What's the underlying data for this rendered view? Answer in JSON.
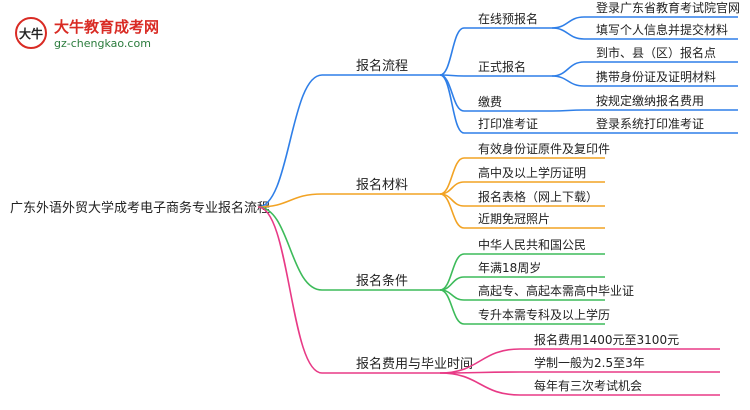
{
  "logo": {
    "title": "大牛教育成考网",
    "url": "gz-chengkao.com",
    "glyph": "大牛"
  },
  "root": {
    "label": "广东外语外贸大学成考电子商务专业报名流程"
  },
  "colors": {
    "blue": "#2f7fe8",
    "orange": "#f2a324",
    "green": "#3dbb5a",
    "pink": "#e83a86"
  },
  "branches": [
    {
      "label": "报名流程",
      "color": "blue",
      "children": [
        {
          "label": "在线预报名",
          "children": [
            "登录广东省教育考试院官网",
            "填写个人信息并提交材料"
          ]
        },
        {
          "label": "正式报名",
          "children": [
            "到市、县（区）报名点",
            "携带身份证及证明材料"
          ]
        },
        {
          "label": "缴费",
          "children": [
            "按规定缴纳报名费用"
          ]
        },
        {
          "label": "打印准考证",
          "children": [
            "登录系统打印准考证"
          ]
        }
      ]
    },
    {
      "label": "报名材料",
      "color": "orange",
      "children": [
        {
          "label": "有效身份证原件及复印件"
        },
        {
          "label": "高中及以上学历证明"
        },
        {
          "label": "报名表格（网上下载）"
        },
        {
          "label": "近期免冠照片"
        }
      ]
    },
    {
      "label": "报名条件",
      "color": "green",
      "children": [
        {
          "label": "中华人民共和国公民"
        },
        {
          "label": "年满18周岁"
        },
        {
          "label": "高起专、高起本需高中毕业证"
        },
        {
          "label": "专升本需专科及以上学历"
        }
      ]
    },
    {
      "label": "报名费用与毕业时间",
      "color": "pink",
      "children": [
        {
          "label": "报名费用1400元至3100元"
        },
        {
          "label": "学制一般为2.5至3年"
        },
        {
          "label": "每年有三次考试机会"
        }
      ]
    }
  ]
}
